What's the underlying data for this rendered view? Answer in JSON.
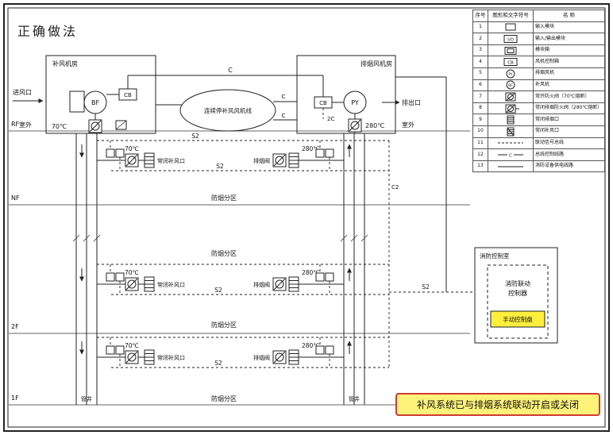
{
  "title": "正确做法",
  "note": "补风系统已与排烟系统联动开启或关闭",
  "colors": {
    "note_bg": "#fff27a",
    "note_border": "#cf3b2f",
    "panel_highlight": "#ffef3d",
    "line": "#222222"
  },
  "legend": {
    "headers": [
      "序号",
      "图形和文字符号",
      "名 称"
    ],
    "rows": [
      {
        "no": "1",
        "name": "输入模块"
      },
      {
        "no": "2",
        "sym": "I/O",
        "name": "输入/输出模块"
      },
      {
        "no": "3",
        "name": "模块箱"
      },
      {
        "no": "4",
        "sym": "CB",
        "name": "风机控制箱"
      },
      {
        "no": "5",
        "sym": "PY",
        "name": "排烟风机"
      },
      {
        "no": "6",
        "sym": "BF",
        "name": "补风机"
      },
      {
        "no": "7",
        "name": "常开防火阀（70℃熔断）"
      },
      {
        "no": "8",
        "name": "常闭排烟防火阀（280℃熔断）"
      },
      {
        "no": "9",
        "name": "常闭排烟口"
      },
      {
        "no": "10",
        "name": "常闭补风口"
      },
      {
        "no": "11",
        "name": "联动信号总线"
      },
      {
        "no": "12",
        "sym": "C",
        "name": "总线控制线路"
      },
      {
        "no": "13",
        "name": "消防设备供电线路"
      }
    ]
  },
  "diagram": {
    "floors": {
      "rf": "RF",
      "nf": "NF",
      "f2": "2F",
      "f1": "1F"
    },
    "outdoor": "室外",
    "zone": "防烟分区",
    "shaft": "管井",
    "c": "C",
    "s2": "S2",
    "c2v": "C2",
    "cloud": "连续停补风风机线",
    "left_room": {
      "label": "补风机房",
      "fan": "BF",
      "cb": "CB",
      "inlet": "进风口",
      "temp": "70℃"
    },
    "right_room": {
      "label": "排烟风机房",
      "fan": "PY",
      "cb": "CB",
      "outlet": "排出口",
      "temp": "280℃",
      "c2": "2C"
    },
    "units": {
      "supply_temp": "70℃",
      "supply_grill": "常闭补风口",
      "exhaust_valve": "排烟阀",
      "exhaust_temp": "280℃"
    },
    "control_room": {
      "label": "消防控制室",
      "controller_1": "消防联动",
      "controller_2": "控制器",
      "panel": "手动控制盘"
    }
  }
}
